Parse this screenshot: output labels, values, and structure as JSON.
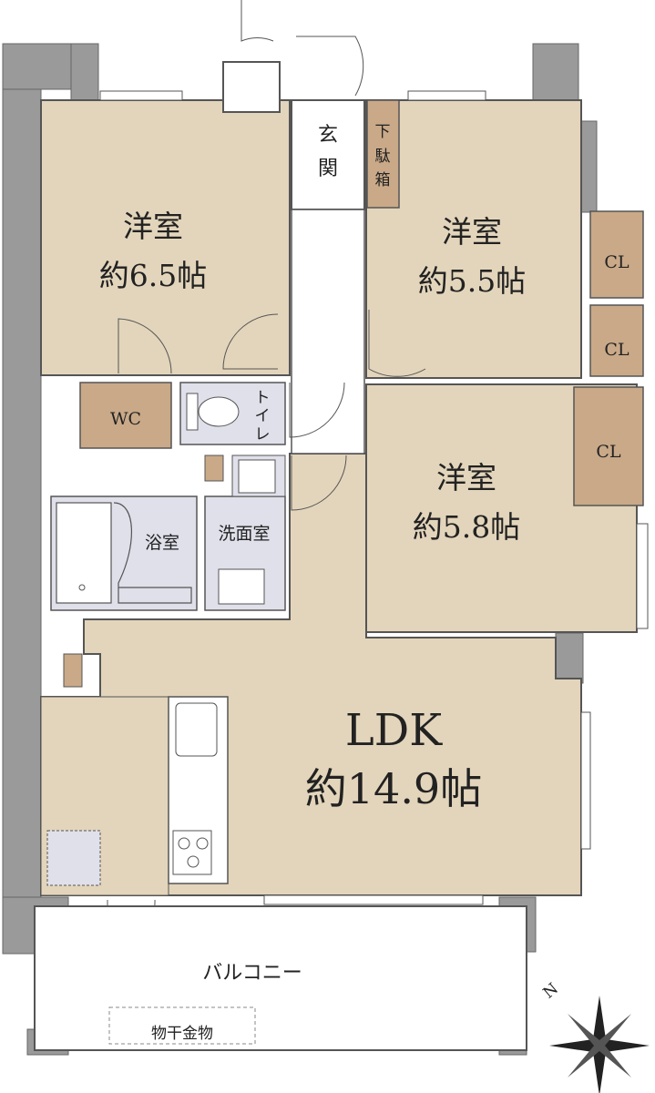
{
  "colors": {
    "room_fill": "#e3d5bb",
    "storage_fill": "#c9a988",
    "wet_fill": "#dfe0ea",
    "wall_fill": "#9a9a9a",
    "line": "#555555",
    "background": "#ffffff"
  },
  "rooms": {
    "western1": {
      "name": "洋室",
      "size": "約6.5帖"
    },
    "western2": {
      "name": "洋室",
      "size": "約5.5帖"
    },
    "western3": {
      "name": "洋室",
      "size": "約5.8帖"
    },
    "ldk": {
      "name": "LDK",
      "size": "約14.9帖"
    },
    "entrance": {
      "line1": "玄",
      "line2": "関"
    },
    "shoe_box": {
      "line1": "下",
      "line2": "駄",
      "line3": "箱"
    },
    "wc": "WC",
    "toilet": {
      "line1": "ト",
      "line2": "イ",
      "line3": "レ"
    },
    "bath": "浴室",
    "washroom": "洗面室",
    "closets": [
      "CL",
      "CL",
      "CL"
    ],
    "balcony": "バルコニー",
    "drying_hardware": "物干金物"
  },
  "compass": {
    "north_label": "N",
    "icon": "compass-rose-icon"
  }
}
